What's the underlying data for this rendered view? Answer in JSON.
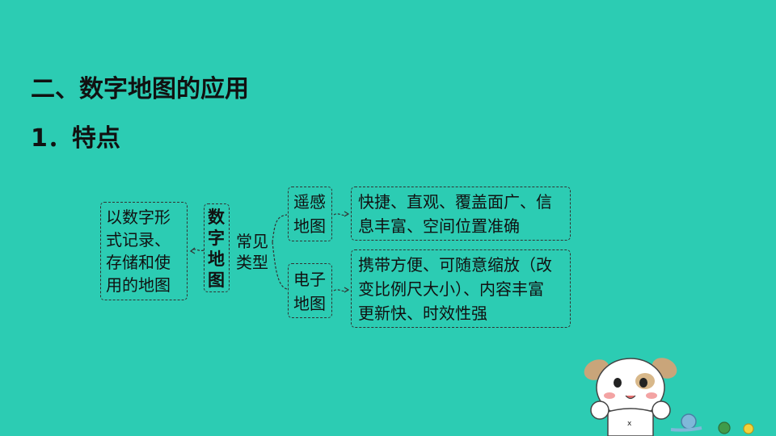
{
  "heading": {
    "section": "二、数字地图的应用",
    "sub": "1．特点"
  },
  "diagram": {
    "definition": [
      "以数字形",
      "式记录、",
      "存储和使",
      "用的地图"
    ],
    "name": [
      "数",
      "字",
      "地",
      "图"
    ],
    "types_label": [
      "常见",
      "类型"
    ],
    "remote_sensing": [
      "遥感",
      "地图"
    ],
    "electronic": [
      "电子",
      "地图"
    ],
    "remote_sensing_features": [
      "快捷、直观、覆盖面广、信",
      "息丰富、空间位置准确"
    ],
    "electronic_features": [
      "携带方便、可随意缩放（改",
      "变比例尺大小）、内容丰富",
      "更新快、时效性强"
    ]
  },
  "colors": {
    "background": "#2cccb3",
    "text": "#111111",
    "border": "#333333"
  }
}
